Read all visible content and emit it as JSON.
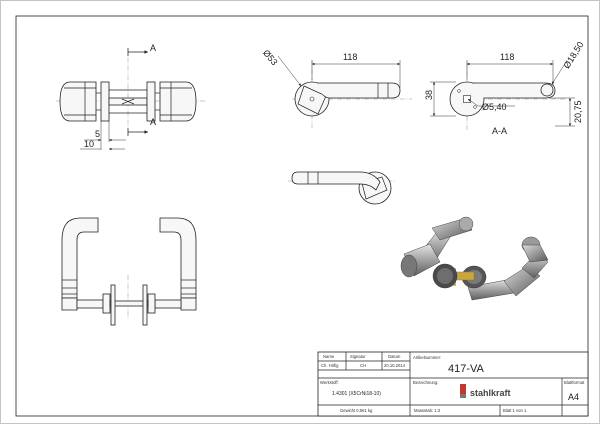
{
  "dimensions": {
    "section_mark": "A",
    "d53": "Ø53",
    "w118_side": "118",
    "w118_section": "118",
    "d18_50": "Ø18,50",
    "h38": "38",
    "d5_40": "Ø5,40",
    "h20_75": "20,75",
    "section_label": "A-A",
    "d5": "5",
    "d10": "10"
  },
  "title_block": {
    "col_name": "Name",
    "col_signature": "Signatur",
    "col_date": "Datum",
    "name_value": "Ch. Höfig",
    "signature_value": "CH",
    "date_value": "20.10.2014",
    "material_label": "Werkstoff:",
    "material_value": "1.4301 (X5CrNi18-10)",
    "weight": "Gewicht 0,561 kg",
    "article_label": "Artikelnummer:",
    "article_number": "417-VA",
    "description_label": "Bezeichnung:",
    "logo_text": "stahlkraft",
    "scale": "Massstab: 1:3",
    "sheet": "Blatt 1 von 1",
    "format_label": "Blattformat",
    "format_value": "A4"
  },
  "colors": {
    "steel_light": "#c9c9c9",
    "steel_dark": "#6a6a6a",
    "brass": "#c9a640",
    "logo_red": "#c0392b"
  }
}
